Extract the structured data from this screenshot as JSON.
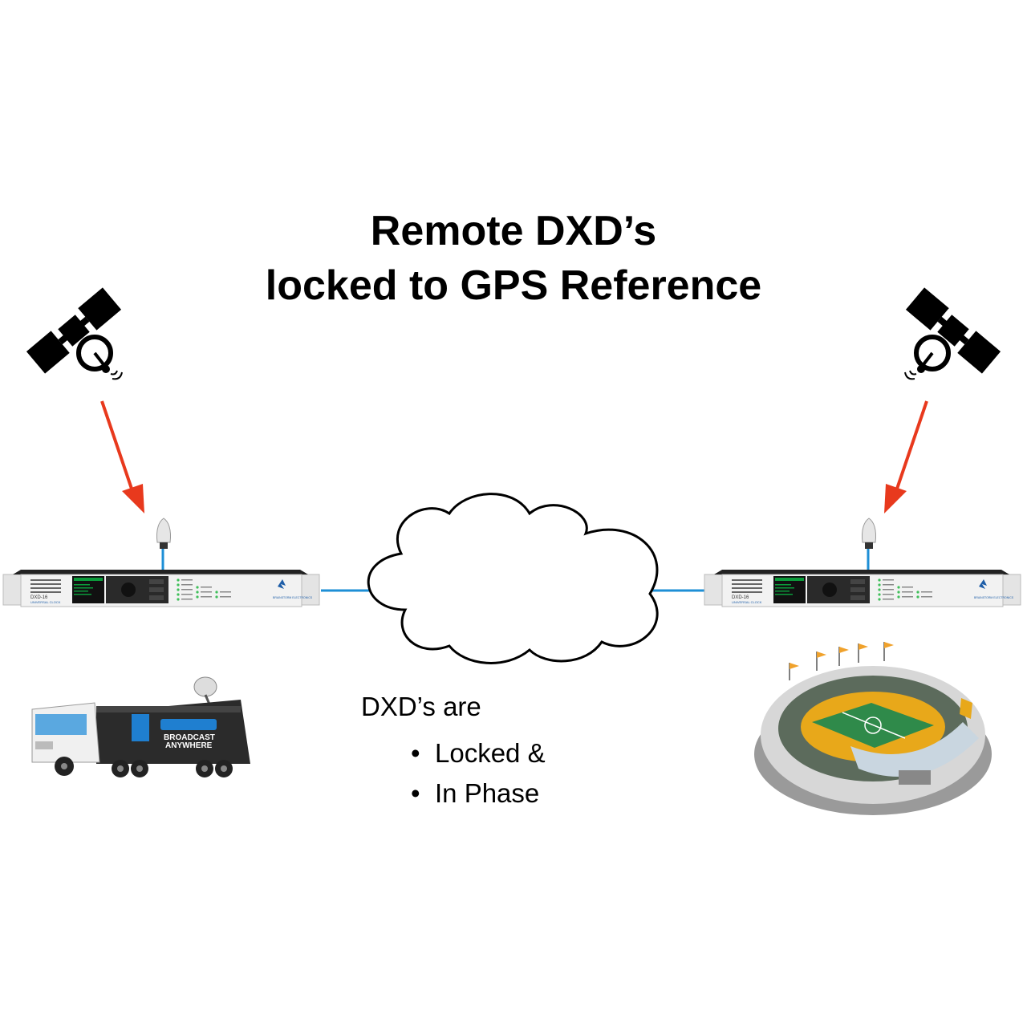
{
  "title": {
    "line1": "Remote DXD’s",
    "line2": "locked to GPS Reference"
  },
  "status": {
    "intro": "DXD’s are",
    "bullets": [
      "Locked &",
      "In Phase"
    ]
  },
  "devices": [
    {
      "model": "DXD-16",
      "subtitle": "UNIVERSAL CLOCK",
      "brand": "BRAINSTORM ELECTRONICS"
    },
    {
      "model": "DXD-16",
      "subtitle": "UNIVERSAL CLOCK",
      "brand": "BRAINSTORM ELECTRONICS"
    }
  ],
  "truck": {
    "signage_line1": "BROADCAST",
    "signage_line2": "ANYWHERE"
  },
  "colors": {
    "gps_arrow": "#e8391d",
    "network_link": "#1e8fd6",
    "satellite": "#000000",
    "device_body": "#f2f2f2",
    "device_screen": "#0b9a3a"
  },
  "icons": [
    "satellite-icon",
    "gps-antenna-icon",
    "cloud-icon",
    "ob-truck-icon",
    "stadium-icon"
  ]
}
